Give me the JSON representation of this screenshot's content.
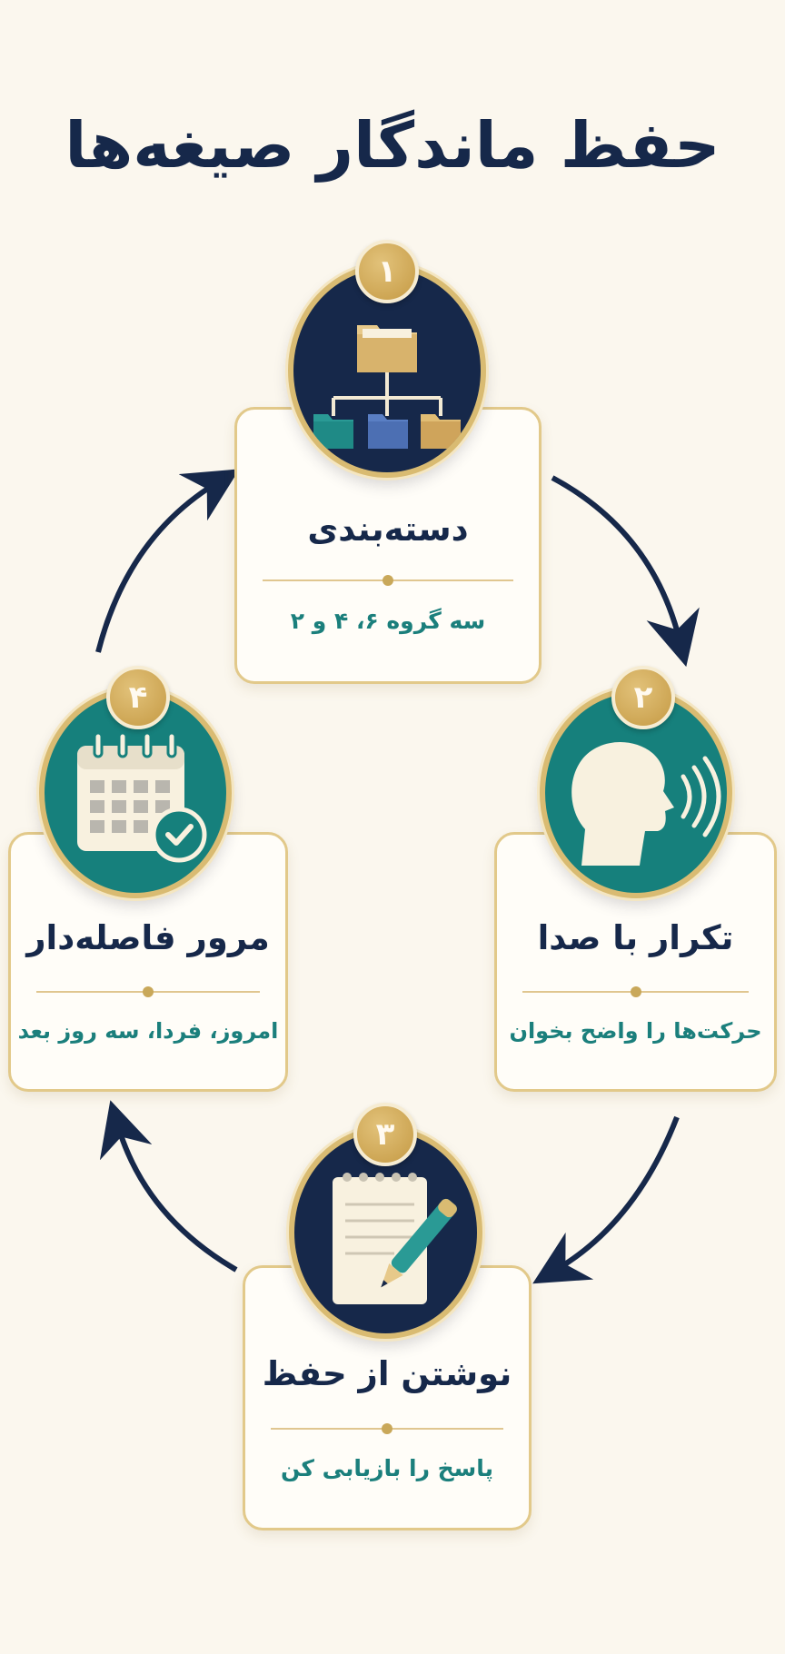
{
  "title": "حفظ ماندگار صیغه‌ها",
  "colors": {
    "background": "#fbf7ee",
    "navy": "#16284a",
    "teal": "#16807c",
    "gold": "#d9bb72",
    "desc_text": "#1b7f7c"
  },
  "steps": [
    {
      "number": "۱",
      "title": "دسته‌بندی",
      "description": "سه گروه ۶، ۴ و ۲",
      "icon": "folder-hierarchy-icon",
      "circle_color": "navy"
    },
    {
      "number": "۲",
      "title": "تکرار با صدا",
      "description": "حرکت‌ها را واضح بخوان",
      "icon": "speaking-head-icon",
      "circle_color": "teal"
    },
    {
      "number": "۳",
      "title": "نوشتن از حفظ",
      "description": "پاسخ را بازیابی کن",
      "icon": "notepad-pen-icon",
      "circle_color": "navy"
    },
    {
      "number": "۴",
      "title": "مرور فاصله‌دار",
      "description": "امروز، فردا، سه روز بعد",
      "icon": "calendar-check-icon",
      "circle_color": "teal"
    }
  ]
}
